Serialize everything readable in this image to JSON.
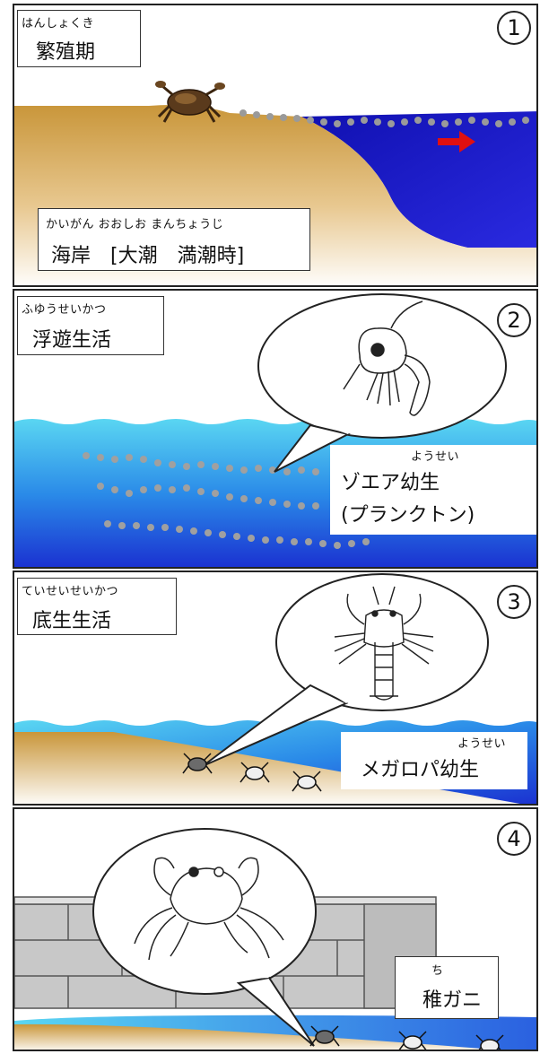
{
  "panels": [
    {
      "number": "1",
      "title": {
        "ruby": "はんしょくき",
        "text": "繁殖期"
      },
      "place": {
        "ruby": "かいがん おおしお まんちょうじ",
        "text": "海岸　[大潮　満潮時]"
      }
    },
    {
      "number": "2",
      "title": {
        "ruby": "ふゆうせいかつ",
        "text": "浮遊生活"
      },
      "stage": {
        "ruby": "ようせい",
        "text": "ゾエア幼生",
        "sub": "(プランクトン)"
      }
    },
    {
      "number": "3",
      "title": {
        "ruby": "ていせいせいかつ",
        "text": "底生生活"
      },
      "stage": {
        "ruby": "ようせい",
        "text": "メガロパ幼生"
      }
    },
    {
      "number": "4",
      "stage": {
        "ruby": "ち",
        "text": "稚ガニ"
      }
    }
  ],
  "icons": [
    "crab-icon",
    "arrow-right-icon",
    "zoea-larva-icon",
    "megalopa-larva-icon",
    "juvenile-crab-icon"
  ],
  "colors": {
    "sea_deep": "#1515c8",
    "sea_light": "#33ccee",
    "sand": "#c9963a",
    "arrow": "#e01010",
    "larva_dots": "#999999",
    "wall": "#c8c8c8"
  }
}
